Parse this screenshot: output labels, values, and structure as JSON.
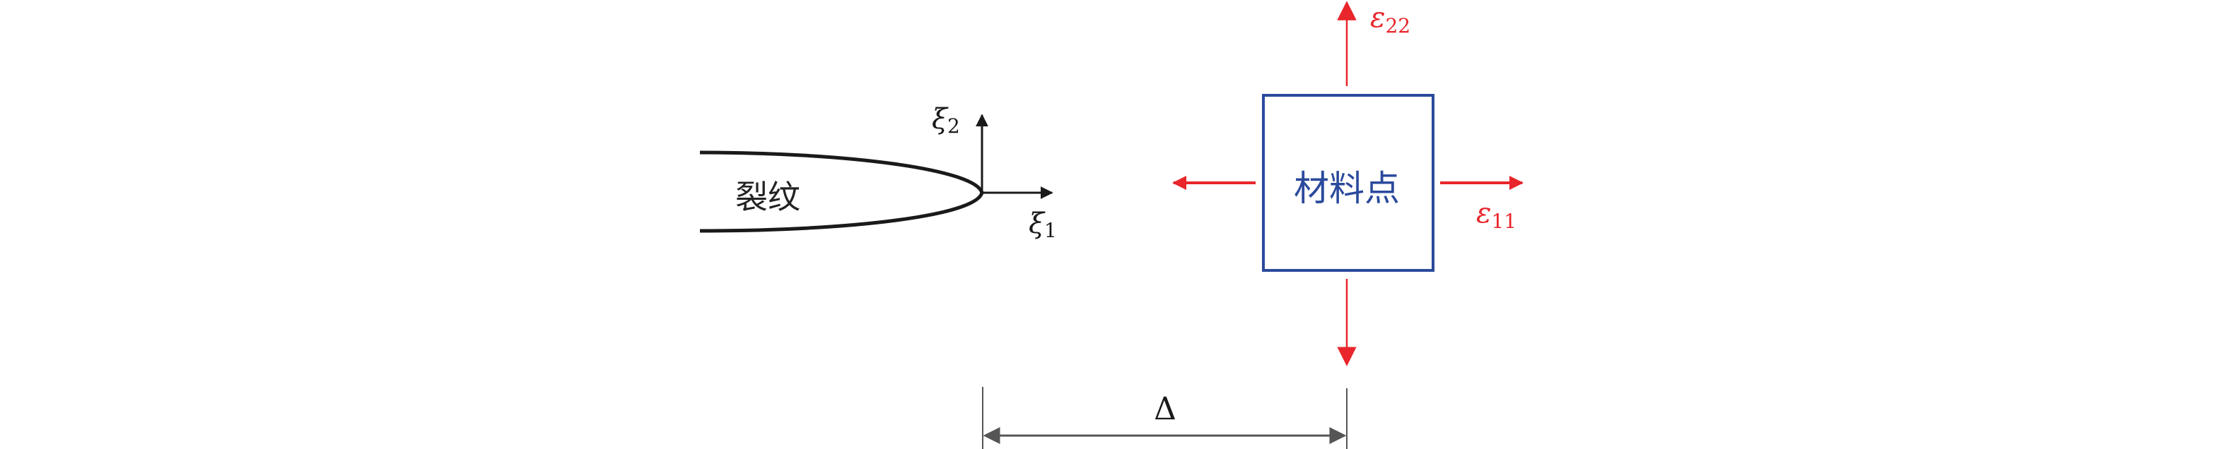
{
  "crack": {
    "label": "裂纹"
  },
  "axes": {
    "xi1": "ξ",
    "xi1_sub": "1",
    "xi2": "ξ",
    "xi2_sub": "2"
  },
  "material_point": {
    "label": "材料点"
  },
  "strains": {
    "e11": "ε",
    "e11_sub": "11",
    "e22": "ε",
    "e22_sub": "22"
  },
  "distance": {
    "label": "Δ"
  },
  "colors": {
    "crack": "#1a1a1a",
    "box": "#2b4a9c",
    "strain": "#e8262b",
    "dimension": "#555555"
  }
}
